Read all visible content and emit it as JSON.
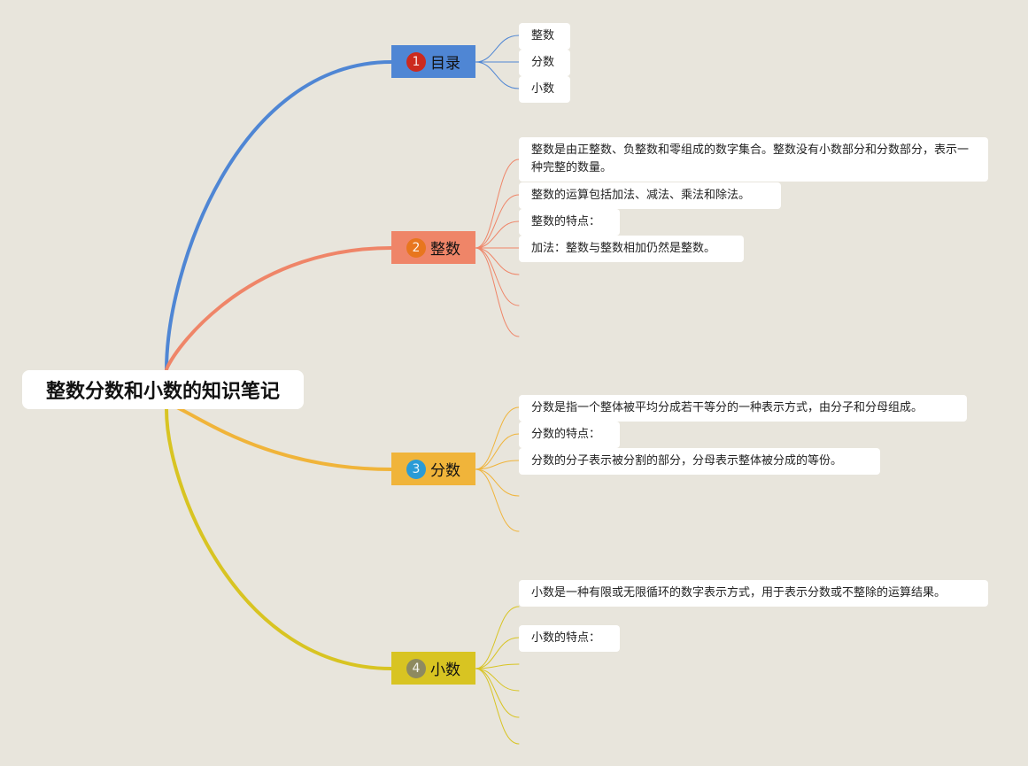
{
  "root": {
    "title": "整数分数和小数的知识笔记"
  },
  "branches": [
    {
      "number": "1",
      "label": "目录",
      "color": "#4f86d4",
      "badge_color": "#cc2a1e",
      "leaves": [
        "整数",
        "分数",
        "小数"
      ]
    },
    {
      "number": "2",
      "label": "整数",
      "color": "#ef8568",
      "badge_color": "#e8761e",
      "leaves": [
        "整数是由正整数、负整数和零组成的数字集合。整数没有小数部分和分数部分，表示一种完整的数量。",
        "整数的运算包括加法、减法、乘法和除法。",
        "整数的特点：",
        "加法：整数与整数相加仍然是整数。"
      ]
    },
    {
      "number": "3",
      "label": "分数",
      "color": "#f0b43a",
      "badge_color": "#2a9bd6",
      "leaves": [
        "分数是指一个整体被平均分成若干等分的一种表示方式，由分子和分母组成。",
        "分数的特点：",
        "分数的分子表示被分割的部分，分母表示整体被分成的等份。"
      ]
    },
    {
      "number": "4",
      "label": "小数",
      "color": "#d8c422",
      "badge_color": "#8e8a60",
      "leaves": [
        "小数是一种有限或无限循环的数字表示方式，用于表示分数或不整除的运算结果。",
        "小数的特点："
      ]
    }
  ]
}
